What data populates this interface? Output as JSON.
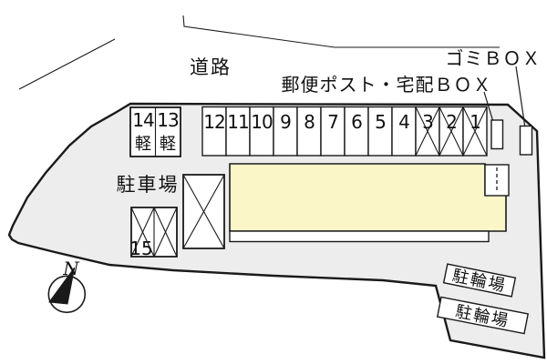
{
  "labels": {
    "road": "道路",
    "mail_delivery_box": "郵便ポスト・宅配ＢＯＸ",
    "garbage_box": "ゴミＢＯＸ",
    "parking_lot": "駐車場",
    "bicycle_parking_upper": "駐輪場",
    "bicycle_parking_lower": "駐輪場",
    "compass_north": "N"
  },
  "parking": {
    "numbered_spaces": [
      {
        "number": "12",
        "crossed": false
      },
      {
        "number": "11",
        "crossed": false
      },
      {
        "number": "10",
        "crossed": false
      },
      {
        "number": "9",
        "crossed": false
      },
      {
        "number": "8",
        "crossed": false
      },
      {
        "number": "7",
        "crossed": false
      },
      {
        "number": "6",
        "crossed": false
      },
      {
        "number": "5",
        "crossed": false
      },
      {
        "number": "4",
        "crossed": false
      },
      {
        "number": "3",
        "crossed": true
      },
      {
        "number": "2",
        "crossed": true
      },
      {
        "number": "1",
        "crossed": true
      }
    ],
    "kei_spaces": [
      {
        "number": "14",
        "type": "軽"
      },
      {
        "number": "13",
        "type": "軽"
      }
    ],
    "space_15": {
      "number": "15",
      "cells": 2,
      "crossed": true
    },
    "unnumbered_space_crossed": true
  },
  "colors": {
    "site_fill": "#EDEDED",
    "building_fill": "#FAF6C8",
    "outline": "#1A1A1A",
    "background": "#FFFFFF"
  }
}
